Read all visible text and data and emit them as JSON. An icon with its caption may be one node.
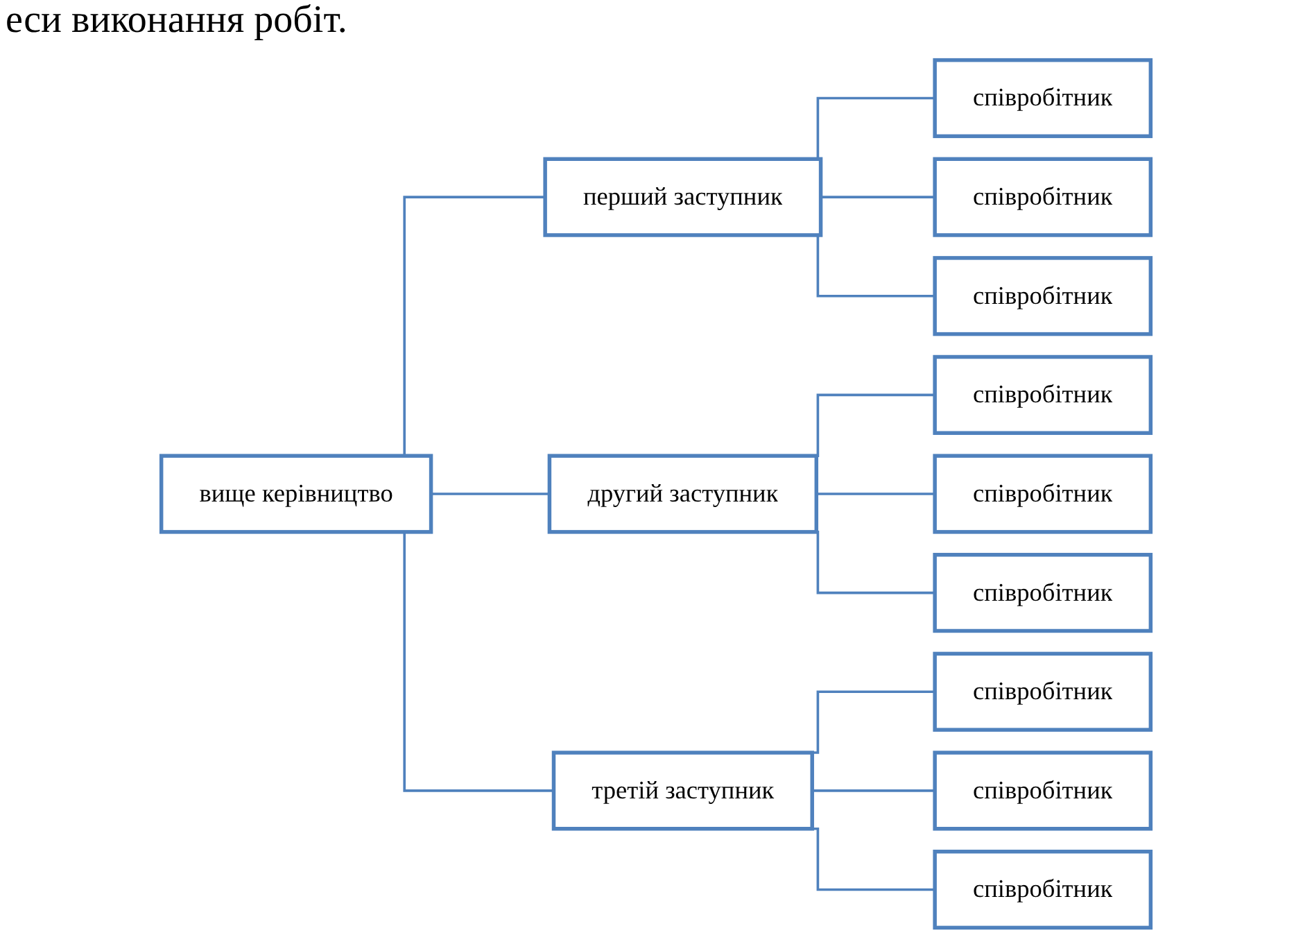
{
  "diagram": {
    "nodes": [
      {
        "text": [
          "вище керівництво"
        ]
      },
      {
        "text": [
          "перший заступник"
        ]
      },
      {
        "text": [
          "співробітник"
        ]
      },
      {
        "text": [
          "співробітник"
        ]
      },
      {
        "text": [
          "співробітник"
        ]
      },
      {
        "text": [
          "другий заступник"
        ]
      },
      {
        "text": [
          "співробітник"
        ]
      },
      {
        "text": [
          "співробітник"
        ]
      },
      {
        "text": [
          "співробітник"
        ]
      },
      {
        "text": [
          "третій заступник"
        ]
      },
      {
        "text": [
          "співробітник"
        ]
      },
      {
        "text": [
          "співробітник"
        ]
      },
      {
        "text": [
          "співробітник"
        ]
      }
    ],
    "edges": [
      {
        "from": 0,
        "to": 1,
        "arrow": "none"
      },
      {
        "from": 0,
        "to": 5,
        "arrow": "none"
      },
      {
        "from": 0,
        "to": 9,
        "arrow": "none"
      },
      {
        "from": 1,
        "to": 2,
        "arrow": "none"
      },
      {
        "from": 1,
        "to": 3,
        "arrow": "none"
      },
      {
        "from": 1,
        "to": 4,
        "arrow": "none"
      },
      {
        "from": 5,
        "to": 6,
        "arrow": "none"
      },
      {
        "from": 5,
        "to": 7,
        "arrow": "none"
      },
      {
        "from": 5,
        "to": 8,
        "arrow": "none"
      },
      {
        "from": 9,
        "to": 10,
        "arrow": "none"
      },
      {
        "from": 9,
        "to": 11,
        "arrow": "none"
      },
      {
        "from": 9,
        "to": 12,
        "arrow": "none"
      }
    ],
    "labels": [
      "еси виконання робіт."
    ]
  }
}
